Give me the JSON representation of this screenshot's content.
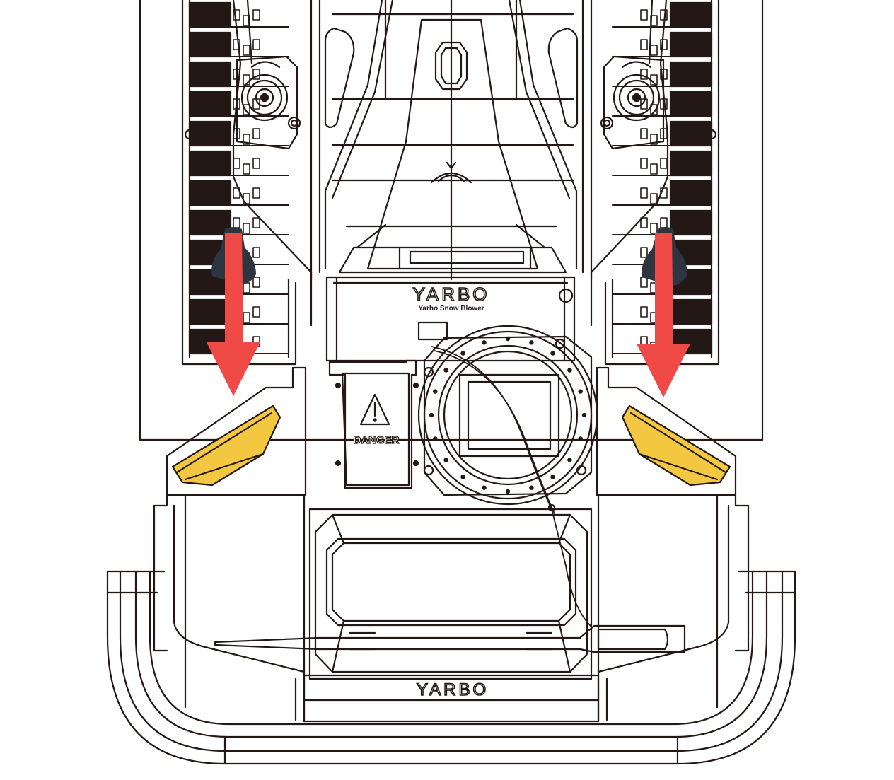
{
  "labels": {
    "brand_top": "YARBO",
    "brand_top_sub": "Yarbo Snow Blower",
    "danger": "DANGER",
    "brand_bottom": "YARBO"
  },
  "colors": {
    "line": "#231815",
    "arrow": "#ef4a45",
    "light_fill": "#f3c840",
    "handle": "#2d3540",
    "background": "#ffffff"
  },
  "arrows": [
    {
      "side": "left",
      "direction": "down"
    },
    {
      "side": "right",
      "direction": "down"
    }
  ]
}
